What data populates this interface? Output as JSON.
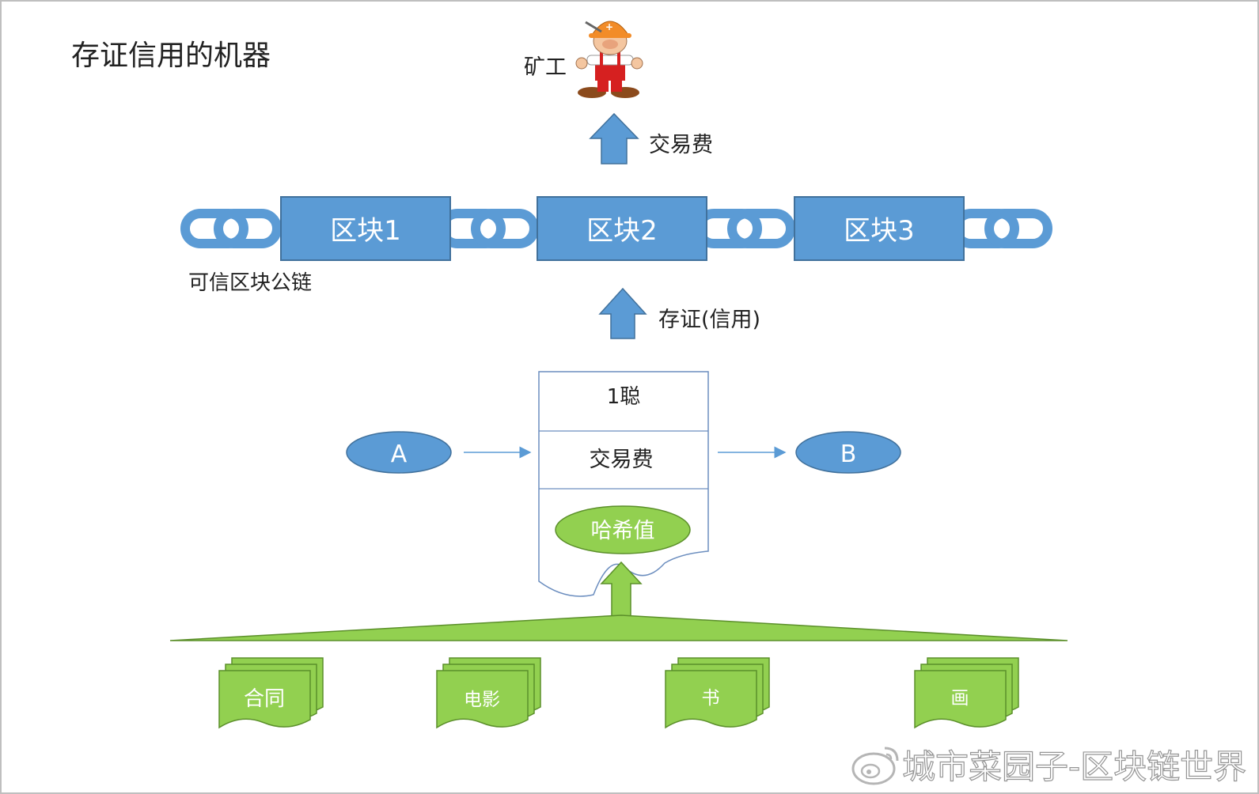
{
  "title": "存证信用的机器",
  "miner_label": "矿工",
  "fee_arrow_label": "交易费",
  "credit_arrow_label": "存证(信用)",
  "chain_label": "可信区块公链",
  "blocks": [
    {
      "label": "区块1"
    },
    {
      "label": "区块2"
    },
    {
      "label": "区块3"
    }
  ],
  "transaction": {
    "amount": "1聪",
    "fee": "交易费",
    "hash": "哈希值"
  },
  "party_a": "A",
  "party_b": "B",
  "documents": [
    {
      "label": "合同"
    },
    {
      "label": "电影"
    },
    {
      "label": "书"
    },
    {
      "label": "画"
    }
  ],
  "watermark": "城市菜园子-区块链世界",
  "colors": {
    "block_fill": "#5b9bd5",
    "block_stroke": "#41719c",
    "green_fill": "#92d050",
    "green_stroke": "#5b8f2a",
    "text": "#222222"
  }
}
